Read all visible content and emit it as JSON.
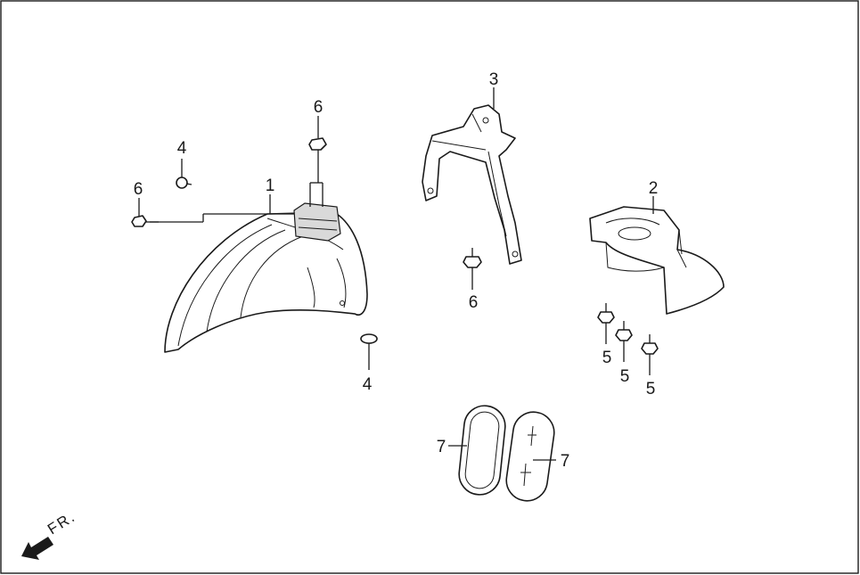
{
  "callouts": {
    "c1": "1",
    "c2": "2",
    "c3": "3",
    "c4a": "4",
    "c4b": "4",
    "c5a": "5",
    "c5b": "5",
    "c5c": "5",
    "c6a": "6",
    "c6b": "6",
    "c6c": "6",
    "c7a": "7",
    "c7b": "7"
  },
  "direction": {
    "label": "FR."
  }
}
